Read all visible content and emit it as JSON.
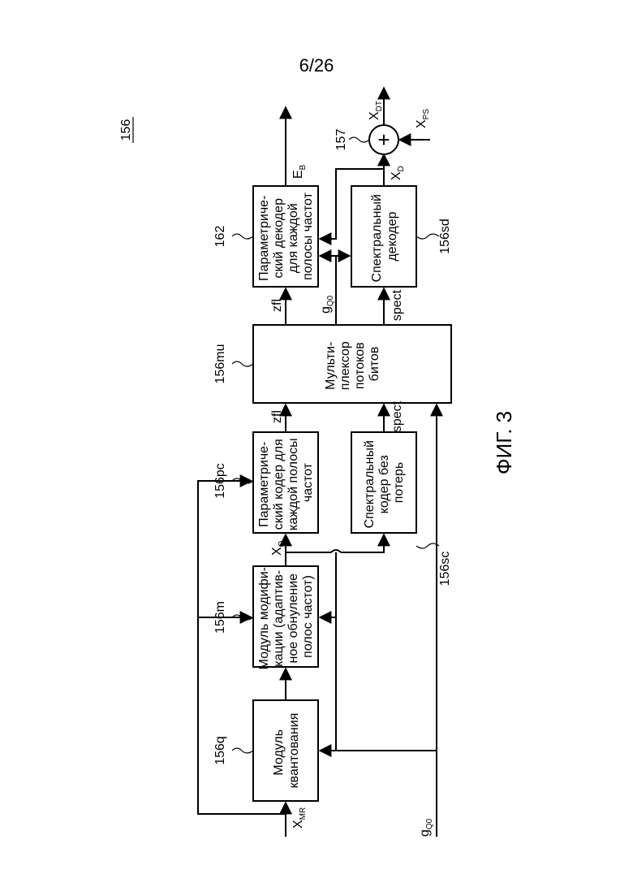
{
  "page": {
    "number": "6/26",
    "figure_number": "156",
    "caption": "ФИГ. 3"
  },
  "blocks": {
    "quant": {
      "ref": "156q",
      "lines": [
        "Модуль",
        "квантования"
      ]
    },
    "modif": {
      "ref": "156m",
      "lines": [
        "Модуль модифи-",
        "кации (адаптив-",
        "ное обнуление",
        "полос частот)"
      ]
    },
    "paramcoder": {
      "ref": "156pc",
      "lines": [
        "Параметриче-",
        "ский кодер для",
        "каждой полосы",
        "частот"
      ]
    },
    "speccoder": {
      "ref": "156sc",
      "lines": [
        "Спектральный",
        "кодер без",
        "потерь"
      ]
    },
    "mux": {
      "ref": "156mu",
      "lines": [
        "Мульти-",
        "плексор",
        "потоков",
        "битов"
      ]
    },
    "paramdecoder": {
      "ref": "162",
      "lines": [
        "Параметриче-",
        "ский декодер",
        "для каждой",
        "полосы частот"
      ]
    },
    "specdecoder": {
      "ref": "156sd",
      "lines": [
        "Спектральный",
        "декодер"
      ]
    },
    "adder": {
      "ref": "157",
      "symbol": "+"
    }
  },
  "signals": {
    "xmr": "X",
    "xmr_sub": "MR",
    "gq0_in": "g",
    "gq0_in_sub": "Q0",
    "xq": "X",
    "xq_sub": "Q",
    "zfl_1": "zfl",
    "spect_1": "spect",
    "zfl_2": "zfl",
    "gq0_out": "g",
    "gq0_out_sub": "Q0",
    "spect_2": "spect",
    "eb": "E",
    "eb_sub": "B",
    "xd": "X",
    "xd_sub": "D",
    "xdt": "X",
    "xdt_sub": "DT",
    "xps": "X",
    "xps_sub": "PS"
  }
}
